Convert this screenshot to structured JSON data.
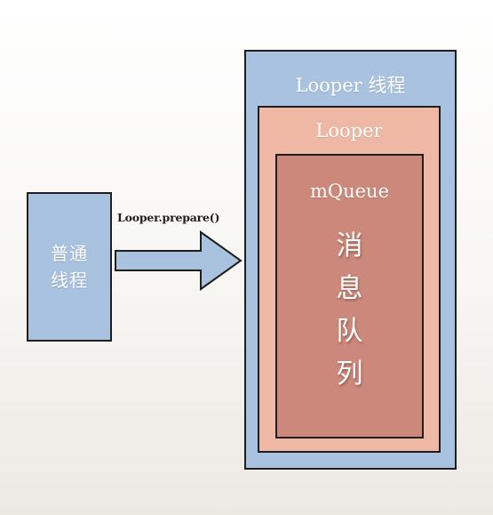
{
  "normal_thread": {
    "label": "普通线程"
  },
  "arrow": {
    "label": "Looper.prepare()"
  },
  "looper_thread": {
    "title": "Looper 线程"
  },
  "looper": {
    "title": "Looper"
  },
  "mqueue": {
    "title": "mQueue",
    "description": "消息队列"
  },
  "colors": {
    "thread_fill": "#a9c2e0",
    "looper_fill": "#efb8a5",
    "queue_fill": "#cc887a",
    "border": "#1e1e1e"
  }
}
